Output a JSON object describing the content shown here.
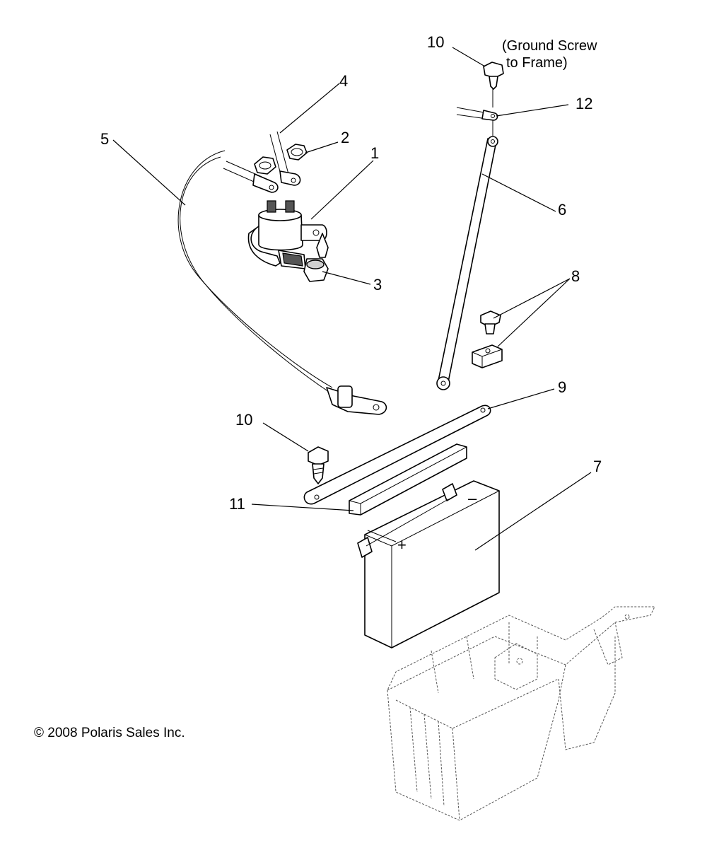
{
  "callouts": {
    "c1": "1",
    "c2": "2",
    "c3": "3",
    "c4": "4",
    "c5": "5",
    "c6": "6",
    "c7": "7",
    "c8": "8",
    "c9": "9",
    "c10_top": "10",
    "c10_bottom": "10",
    "c11": "11",
    "c12": "12"
  },
  "notes": {
    "ground_line1": "(Ground Screw",
    "ground_line2": "to Frame)"
  },
  "battery": {
    "positive": "+",
    "negative": "–"
  },
  "copyright": "© 2008 Polaris Sales Inc."
}
